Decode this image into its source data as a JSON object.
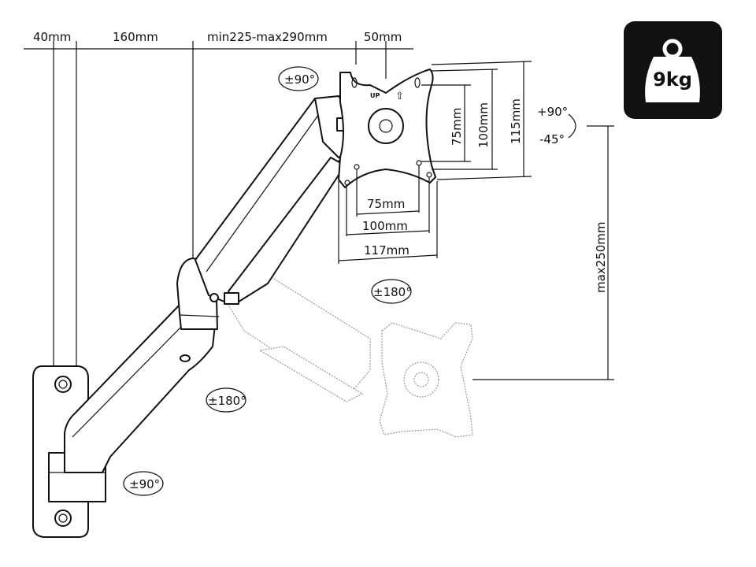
{
  "dimensions": {
    "top": [
      "40mm",
      "160mm",
      "min225-max290mm",
      "50mm"
    ],
    "vesa_vertical": [
      "75mm",
      "100mm",
      "115mm"
    ],
    "vesa_horizontal": [
      "75mm",
      "100mm",
      "117mm"
    ],
    "height_range": "max250mm"
  },
  "rotations": {
    "head_swivel": "±90°",
    "tilt_up": "+90°",
    "tilt_down": "-45°",
    "plate_rotation": "±180°",
    "elbow_swivel": "±180°",
    "base_swivel": "±90°"
  },
  "plate": {
    "up_label": "UP"
  },
  "weight_badge": {
    "value": "9kg",
    "background": "#111111"
  }
}
